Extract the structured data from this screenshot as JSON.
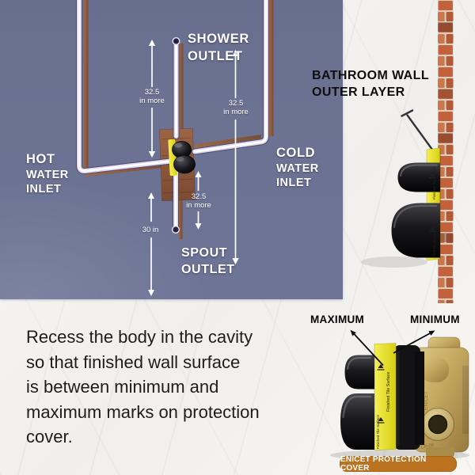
{
  "panel": {
    "hot": [
      "HOT",
      "WATER",
      "INLET"
    ],
    "cold": [
      "COLD",
      "WATER",
      "INLET"
    ],
    "shower": [
      "SHOWER",
      "OUTLET"
    ],
    "spout": [
      "SPOUT",
      "OUTLET"
    ],
    "measurements": {
      "shower_left": {
        "value": "32.5",
        "unit": "in more"
      },
      "shower_right": {
        "value": "32.5",
        "unit": "in more"
      },
      "spout": {
        "value": "32.5",
        "unit": "in more"
      },
      "drop": {
        "value": "30 in"
      }
    }
  },
  "wall": {
    "title_line1": "BATHROOM WALL",
    "title_line2": "OUTER LAYER"
  },
  "cover": {
    "maximum": "MAXIMUM",
    "minimum": "MINIMUM",
    "tape_text": "Finished Tile Surface",
    "brass_mark": "ENICET",
    "brass_mark2": "CP-06",
    "badge": "ENICET PROTECTION COVER"
  },
  "instructions": {
    "lines": [
      "Recess the body in the cavity",
      "so that finished wall surface",
      "is between minimum and",
      "maximum marks on protection",
      "cover."
    ]
  },
  "colors": {
    "panel_bg": "#6b7191",
    "tape": "#ece431",
    "badge_bg": "#bc731f",
    "brick": "#c4603a",
    "pipe": "#ffffff"
  }
}
